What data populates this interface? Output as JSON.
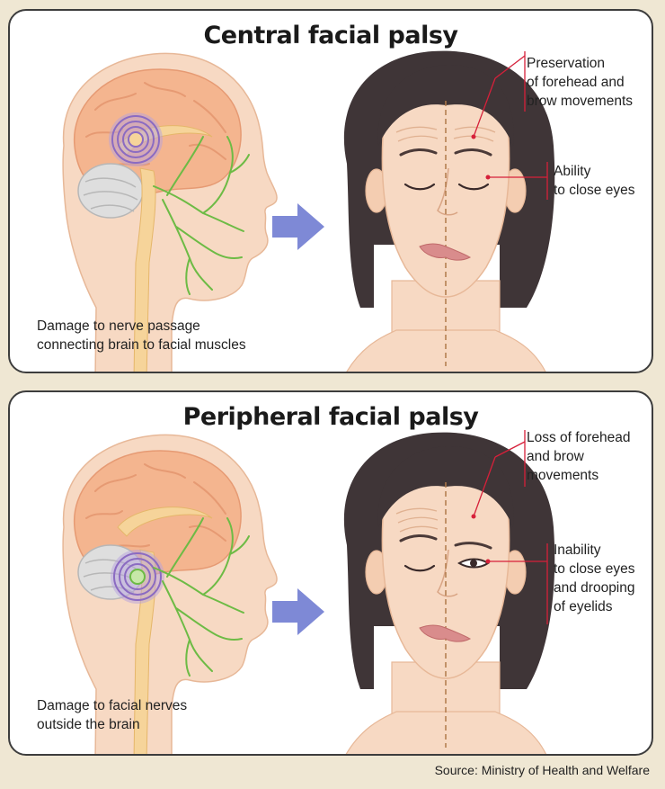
{
  "central": {
    "title": "Central facial palsy",
    "annotation_forehead": "Preservation\nof forehead and\nbrow movements",
    "annotation_eyes": "Ability\nto close eyes",
    "caption": "Damage to nerve passage\nconnecting brain to facial muscles"
  },
  "peripheral": {
    "title": "Peripheral facial palsy",
    "annotation_forehead": "Loss of forehead\nand brow\nmovements",
    "annotation_eyes": "Inability\nto close eyes\nand drooping\nof eyelids",
    "caption": "Damage to facial nerves\noutside the brain"
  },
  "source": "Source: Ministry of Health and Welfare",
  "colors": {
    "background": "#efe7d3",
    "panel": "#ffffff",
    "skin": "#f7d9c3",
    "brain": "#f4b58f",
    "nerve": "#6dbb45",
    "lesion": "#8b6bc2",
    "arrow": "#7e89d6",
    "hair": "#3f3537",
    "marker": "#d6203a"
  },
  "icons": [
    "head-profile-icon",
    "brain-icon",
    "lesion-target-icon",
    "facial-nerve-icon",
    "arrow-right-icon",
    "face-icon"
  ]
}
